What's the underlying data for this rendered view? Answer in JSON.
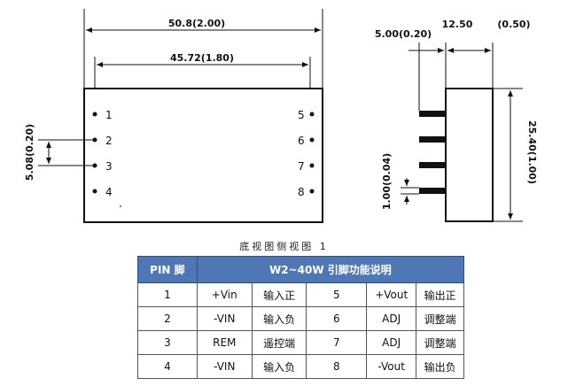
{
  "dimensions": {
    "overall_width": "50.8(2.00)",
    "pin_span": "45.72(1.80)",
    "pin_pitch": "5.08(0.20)",
    "side_depth": "12.50",
    "side_depth_in": "(0.50)",
    "pin_length": "5.00(0.20)",
    "height": "25.40(1.00)",
    "pin_dia": "1.00(0.04)"
  },
  "bottom_view": {
    "left_pins": [
      "1",
      "2",
      "3",
      "4"
    ],
    "right_pins": [
      "5",
      "6",
      "7",
      "8"
    ]
  },
  "caption": "底视图侧视图 1",
  "table": {
    "header": {
      "pin": "PIN 脚",
      "function": "W2~40W  引脚功能说明"
    },
    "rows": [
      {
        "pin_a": "1",
        "name_a": "+Vin",
        "desc_a": "输入正",
        "pin_b": "5",
        "name_b": "+Vout",
        "desc_b": "输出正"
      },
      {
        "pin_a": "2",
        "name_a": "-VIN",
        "desc_a": "输入负",
        "pin_b": "6",
        "name_b": "ADJ",
        "desc_b": "调整端"
      },
      {
        "pin_a": "3",
        "name_a": "REM",
        "desc_a": "遥控端",
        "pin_b": "7",
        "name_b": "ADJ",
        "desc_b": "调整端"
      },
      {
        "pin_a": "4",
        "name_a": "-VIN",
        "desc_a": "输入负",
        "pin_b": "8",
        "name_b": "-Vout",
        "desc_b": "输出负"
      }
    ]
  },
  "colors": {
    "header_bg": "#4e77b3",
    "line": "#111111"
  }
}
